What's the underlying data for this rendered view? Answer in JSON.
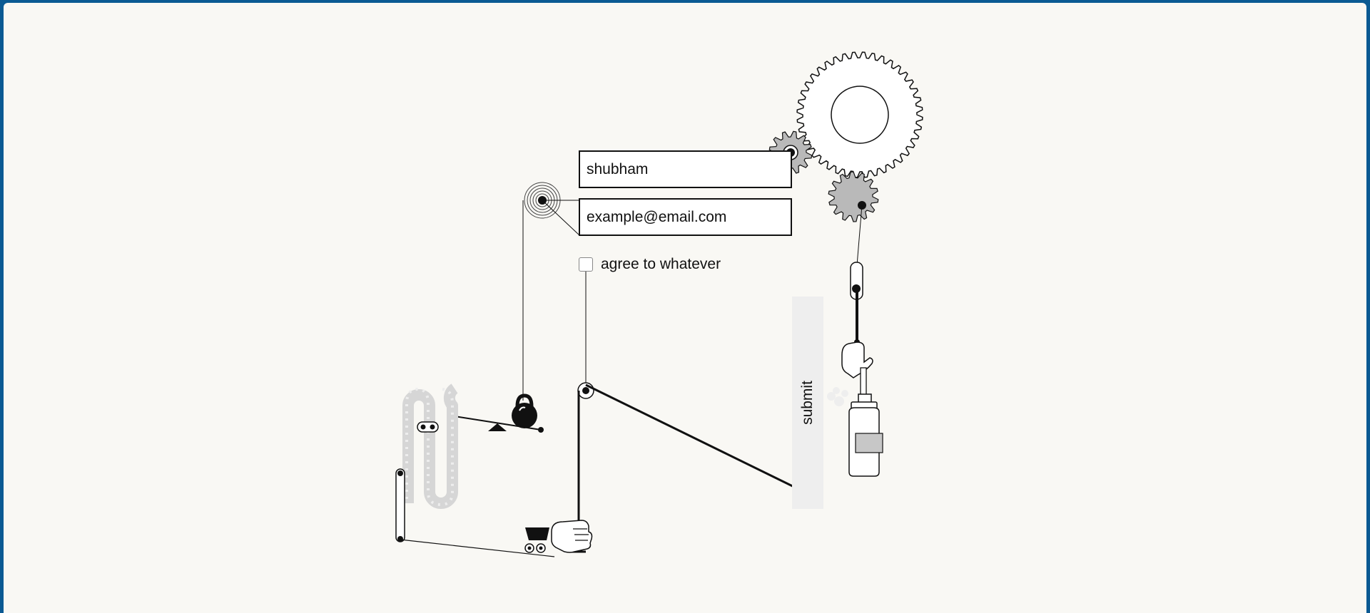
{
  "form": {
    "name_value": "shubham",
    "email_value": "example@email.com",
    "checkbox_label": "agree to whatever",
    "checkbox_checked": false,
    "submit_label": "submit"
  },
  "colors": {
    "frame": "#0b5a93",
    "background": "#f9f8f4",
    "ink": "#111111",
    "gear_fill": "#b9b9b9",
    "chain": "#d6d6d6",
    "submit_bg": "#eeeeee"
  },
  "icons": [
    "large-gear-icon",
    "small-gear-icon",
    "spiral-spring-icon",
    "kettlebell-icon",
    "seesaw-icon",
    "chain-track-icon",
    "mine-cart-icon",
    "pointing-hand-icon",
    "spray-bottle-icon",
    "pulley-icon",
    "hook-icon"
  ]
}
